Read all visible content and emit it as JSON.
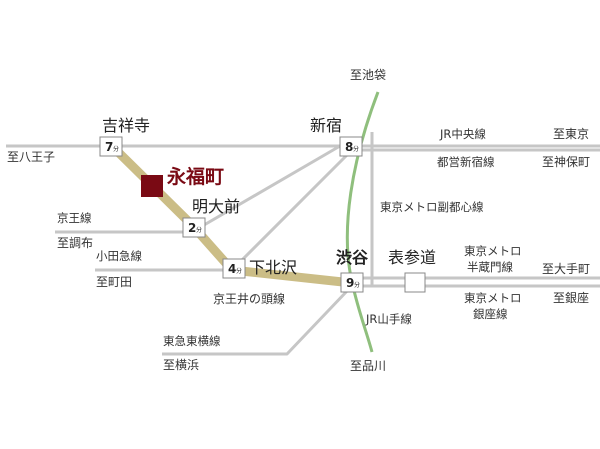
{
  "colors": {
    "line": "#c2c2c2",
    "keio_inokashira": "#cbbd86",
    "yamanote": "#8fbf7d",
    "home_marker": "#7a0a14",
    "box_border": "#888888"
  },
  "home_station": {
    "label": "永福町",
    "icon": "home-square-icon"
  },
  "stations": {
    "kichijoji": "吉祥寺",
    "meidaimae": "明大前",
    "shimokitazawa": "下北沢",
    "shibuya": "渋谷",
    "shinjuku": "新宿",
    "omotesando": "表参道"
  },
  "times": {
    "kichijoji": "7",
    "shinjuku": "8",
    "meidaimae": "2",
    "shimokitazawa": "4",
    "shibuya": "9",
    "unit": "分"
  },
  "lines": {
    "jr_chuo": "JR中央線",
    "toei_shinjuku": "都営新宿線",
    "metro_fukutoshin": "東京メトロ副都心線",
    "keio": "京王線",
    "odakyu": "小田急線",
    "keio_inokashira": "京王井の頭線",
    "hanzomon_1": "東京メトロ",
    "hanzomon_2": "半蔵門線",
    "ginza_1": "東京メトロ",
    "ginza_2": "銀座線",
    "jr_yamanote": "JR山手線",
    "tokyu_toyoko": "東急東横線"
  },
  "destinations": {
    "ikebukuro": "至池袋",
    "hachioji": "至八王子",
    "tokyo": "至東京",
    "jimbocho": "至神保町",
    "chofu": "至調布",
    "machida": "至町田",
    "otemachi": "至大手町",
    "ginza": "至銀座",
    "yokohama": "至横浜",
    "shinagawa": "至品川"
  }
}
